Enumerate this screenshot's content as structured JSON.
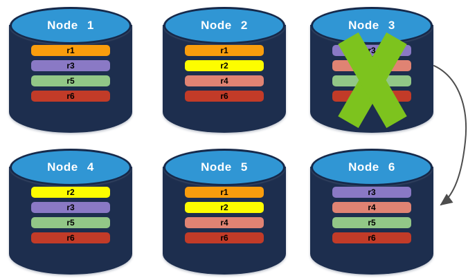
{
  "colors": {
    "cylinder_top": "#3096D4",
    "cylinder_top_border": "#16294A",
    "cylinder_body": "#1D2E4E",
    "x_mark": "#7DC31E",
    "arrow": "#4D4D4D",
    "bar_text": "#000000",
    "title_text": "#FFFFFF"
  },
  "replica_palette": {
    "r1": "#F99D0D",
    "r2": "#FDFD00",
    "r3": "#8A79C5",
    "r4": "#E08373",
    "r5": "#92C787",
    "r6": "#C23B28"
  },
  "nodes": [
    {
      "label": "Node 1",
      "failed": false,
      "replicas": [
        {
          "label": "r1",
          "color": "#F99D0D"
        },
        {
          "label": "r3",
          "color": "#8A79C5"
        },
        {
          "label": "r5",
          "color": "#92C787"
        },
        {
          "label": "r6",
          "color": "#C23B28"
        }
      ]
    },
    {
      "label": "Node 2",
      "failed": false,
      "replicas": [
        {
          "label": "r1",
          "color": "#F99D0D"
        },
        {
          "label": "r2",
          "color": "#FDFD00"
        },
        {
          "label": "r4",
          "color": "#E08373"
        },
        {
          "label": "r6",
          "color": "#C23B28"
        }
      ]
    },
    {
      "label": "Node 3",
      "failed": true,
      "replicas": [
        {
          "label": "r3",
          "color": "#8A79C5"
        },
        {
          "label": "",
          "color": "#E08373"
        },
        {
          "label": "",
          "color": "#92C787"
        },
        {
          "label": "",
          "color": "#C23B28"
        }
      ]
    },
    {
      "label": "Node 4",
      "failed": false,
      "replicas": [
        {
          "label": "r2",
          "color": "#FDFD00"
        },
        {
          "label": "r3",
          "color": "#8A79C5"
        },
        {
          "label": "r5",
          "color": "#92C787"
        },
        {
          "label": "r6",
          "color": "#C23B28"
        }
      ]
    },
    {
      "label": "Node 5",
      "failed": false,
      "replicas": [
        {
          "label": "r1",
          "color": "#F99D0D"
        },
        {
          "label": "r2",
          "color": "#FDFD00"
        },
        {
          "label": "r4",
          "color": "#E08373"
        },
        {
          "label": "r6",
          "color": "#C23B28"
        }
      ]
    },
    {
      "label": "Node 6",
      "failed": false,
      "replicas": [
        {
          "label": "r3",
          "color": "#8A79C5"
        },
        {
          "label": "r4",
          "color": "#E08373"
        },
        {
          "label": "r5",
          "color": "#92C787"
        },
        {
          "label": "r6",
          "color": "#C23B28"
        }
      ]
    }
  ],
  "arrow": {
    "from_node": "Node 3",
    "to_node": "Node 6"
  }
}
